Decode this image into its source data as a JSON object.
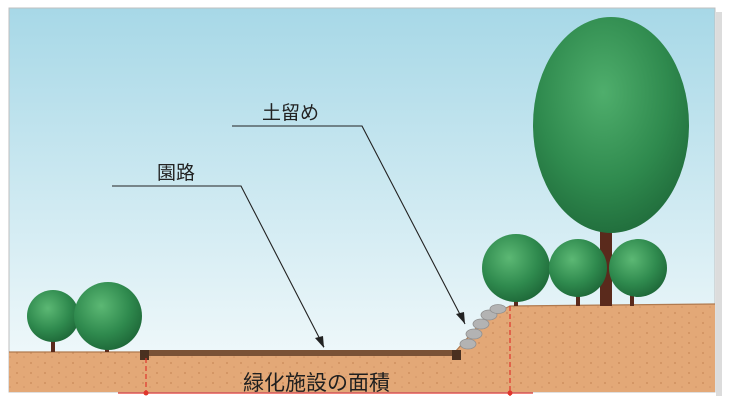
{
  "labels": {
    "retaining_wall": "土留め",
    "garden_path": "園路",
    "green_area": "緑化施設の面積"
  },
  "colors": {
    "sky_top": "#a7d8e7",
    "sky_bottom": "#f6fbfc",
    "soil": "#e3a877",
    "soil_dark": "#c98a58",
    "path": "#7a5236",
    "tree_green": "#2f8a4e",
    "tree_green_dark": "#1f6a3a",
    "trunk": "#5a2a1c",
    "dimension_red": "#e0362c",
    "wall_stone": "#b3b3b3",
    "leader_line": "#222222"
  },
  "icons": {
    "large_tree": "large-tree",
    "shrub": "shrub",
    "retaining_wall": "stone-retaining-wall",
    "path_post": "path-edge-post"
  }
}
